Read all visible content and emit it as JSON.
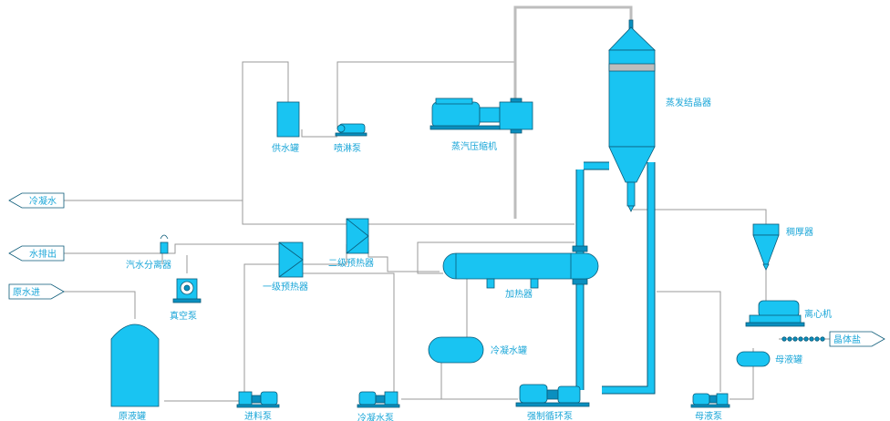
{
  "labels": {
    "evaporator": "蒸发结晶器",
    "compressor": "蒸汽压缩机",
    "supply_tank": "供水罐",
    "spray_pump": "喷淋泵",
    "condensate_out": "冷凝水",
    "water_drain": "水排出",
    "raw_water_in": "原水进",
    "separator": "汽水分离器",
    "vacuum_pump": "真空泵",
    "preheater1": "一级预热器",
    "preheater2": "二级预热器",
    "heater": "加热器",
    "condensate_tank": "冷凝水罐",
    "raw_tank": "原液罐",
    "feed_pump": "进料泵",
    "condensate_pump": "冷凝水泵",
    "circ_pump": "强制循环泵",
    "thickener": "稠厚器",
    "centrifuge": "离心机",
    "crystal_salt": "晶体盐",
    "mother_tank": "母液罐",
    "mother_pump": "母液泵"
  },
  "colors": {
    "equipment": "#19c4f2",
    "outline": "#0a5a78",
    "pipe": "#9a9a9a",
    "label": "#1aa6d8"
  }
}
